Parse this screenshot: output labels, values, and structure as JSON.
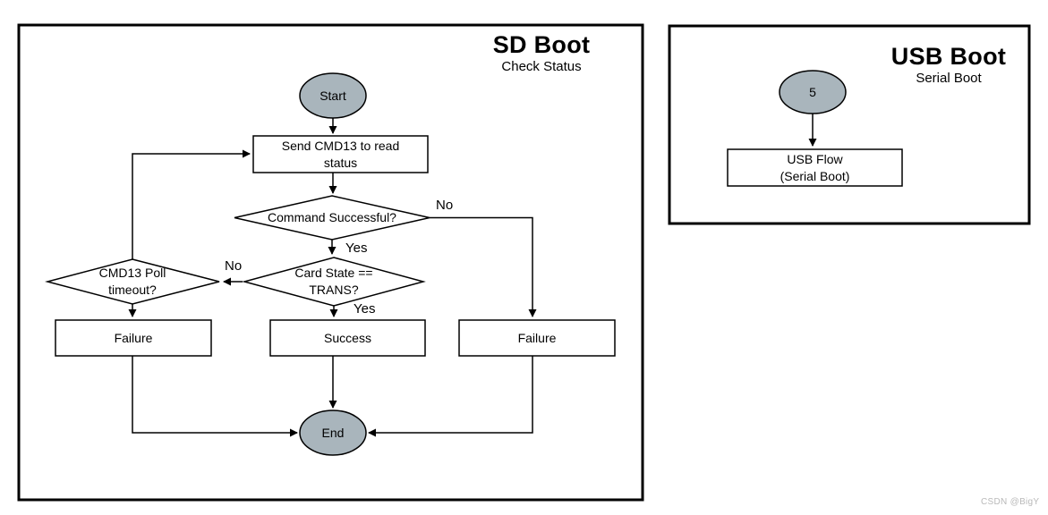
{
  "watermark": "CSDN @BigY",
  "colors": {
    "node_fill": "#a9b5bc",
    "line": "#000000",
    "watermark_color": "#b9b9b9"
  },
  "sd": {
    "title": "SD Boot",
    "subtitle": "Check Status",
    "nodes": {
      "start": "Start",
      "send1": "Send CMD13 to read",
      "send2": "status",
      "cmd_q": "Command Successful?",
      "card1": "Card State ==",
      "card2": "TRANS?",
      "poll1": "CMD13 Poll",
      "poll2": "timeout?",
      "fail_left": "Failure",
      "success": "Success",
      "fail_right": "Failure",
      "end": "End"
    },
    "labels": {
      "no1": "No",
      "yes1": "Yes",
      "no2": "No",
      "yes2": "Yes"
    }
  },
  "usb": {
    "title": "USB Boot",
    "subtitle": "Serial Boot",
    "nodes": {
      "num": "5",
      "flow1": "USB Flow",
      "flow2": "(Serial Boot)"
    }
  }
}
